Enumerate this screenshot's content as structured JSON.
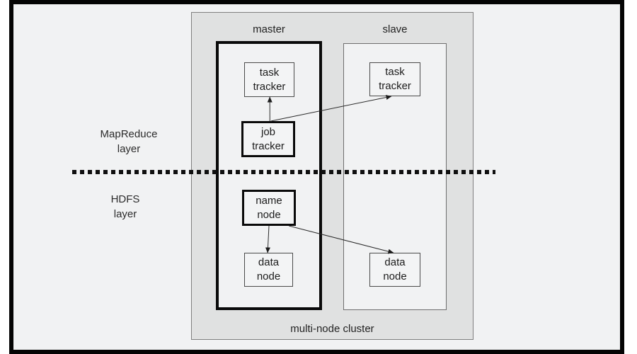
{
  "diagram": {
    "cluster_label": "multi-node cluster",
    "columns": [
      {
        "id": "master",
        "label": "master"
      },
      {
        "id": "slave",
        "label": "slave"
      }
    ],
    "layers": [
      {
        "id": "mapreduce",
        "label_lines": [
          "MapReduce",
          "layer"
        ]
      },
      {
        "id": "hdfs",
        "label_lines": [
          "HDFS",
          "layer"
        ]
      }
    ],
    "nodes": [
      {
        "id": "master-task-tracker",
        "label_lines": [
          "task",
          "tracker"
        ],
        "emphasis": false
      },
      {
        "id": "master-job-tracker",
        "label_lines": [
          "job",
          "tracker"
        ],
        "emphasis": true
      },
      {
        "id": "slave-task-tracker",
        "label_lines": [
          "task",
          "tracker"
        ],
        "emphasis": false
      },
      {
        "id": "master-name-node",
        "label_lines": [
          "name",
          "node"
        ],
        "emphasis": true
      },
      {
        "id": "master-data-node",
        "label_lines": [
          "data",
          "node"
        ],
        "emphasis": false
      },
      {
        "id": "slave-data-node",
        "label_lines": [
          "data",
          "node"
        ],
        "emphasis": false
      }
    ],
    "edges": [
      {
        "from": "node-master-job-tracker",
        "to": "node-master-task-tracker",
        "fromPoint": [
          0.53,
          0
        ],
        "toPoint": [
          0.51,
          1
        ]
      },
      {
        "from": "node-master-job-tracker",
        "to": "node-slave-task-tracker",
        "fromPoint": [
          0.55,
          0
        ],
        "toPoint": [
          0.43,
          1
        ]
      },
      {
        "from": "node-master-name-node",
        "to": "node-master-data-node",
        "fromPoint": [
          0.5,
          1
        ],
        "toPoint": [
          0.48,
          0
        ]
      },
      {
        "from": "node-master-name-node",
        "to": "node-slave-data-node",
        "fromPoint": [
          0.87,
          1
        ],
        "toPoint": [
          0.47,
          0
        ]
      }
    ],
    "colors": {
      "frame": "#040404",
      "slide_background": "#f1f2f3",
      "cluster_background": "#e0e1e1",
      "cluster_border": "#7f7f7f",
      "node_border": "#4a4a4a",
      "emphasis_border": "#0a0a0a",
      "text": "#1c1c1c",
      "edge_line": "#2b2b2b"
    }
  }
}
